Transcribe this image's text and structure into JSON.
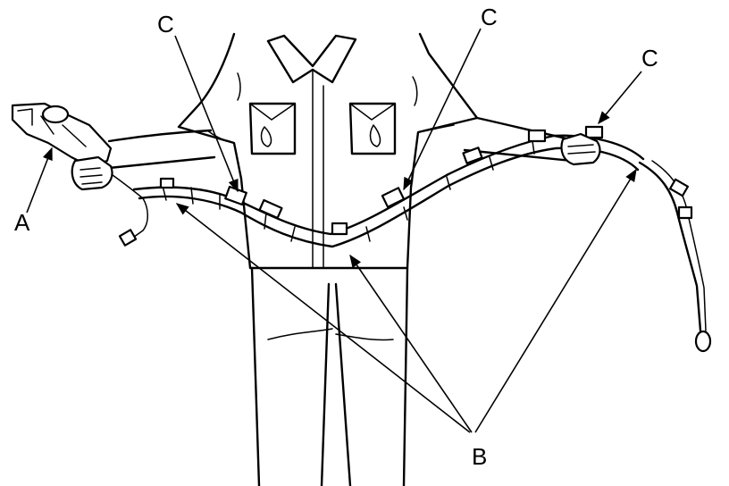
{
  "callouts": {
    "a": "A",
    "b": "B",
    "c1": "C",
    "c2": "C",
    "c3": "C"
  },
  "colors": {
    "ink": "#000000",
    "paper": "#ffffff"
  }
}
